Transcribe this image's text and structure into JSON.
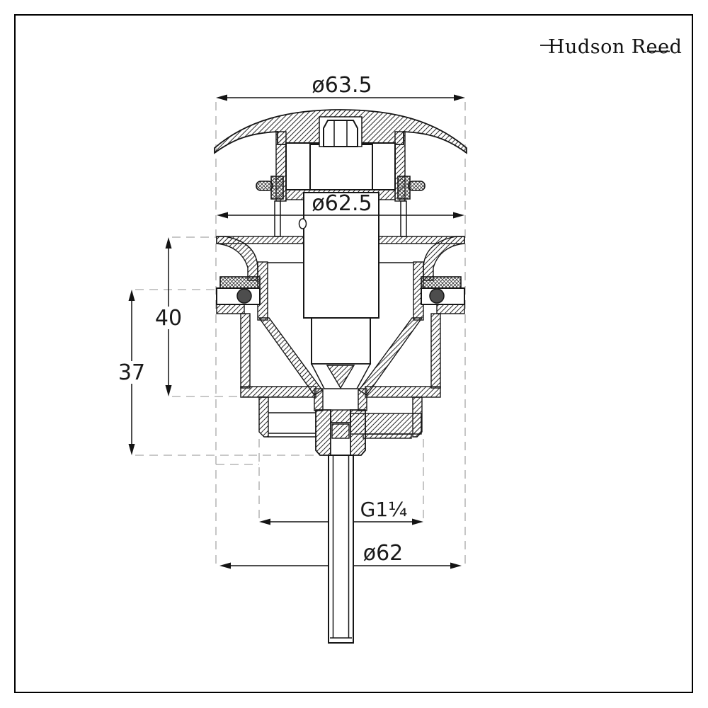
{
  "logo": {
    "text": "Hudson Reed"
  },
  "dimensions": {
    "dia_cap": "ø63.5",
    "dia_flange": "ø62.5",
    "depth_40": "40",
    "depth_37": "37",
    "thread": "G1¼",
    "dia_body": "ø62"
  }
}
